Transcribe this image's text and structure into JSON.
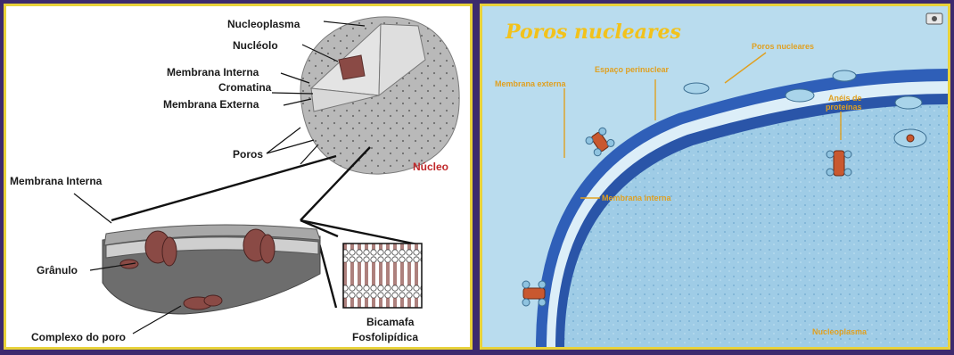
{
  "left": {
    "labels": {
      "nucleoplasma": "Nucleoplasma",
      "nucleolo": "Nucléolo",
      "membrana_interna_top": "Membrana Interna",
      "cromatina": "Cromatina",
      "membrana_externa": "Membrana Externa",
      "poros": "Poros",
      "nucleo": "Núcleo",
      "membrana_interna_left": "Membrana Interna",
      "granulo": "Grânulo",
      "complexo_do_poro": "Complexo do poro",
      "bicamada_line1": "Bicamafa",
      "bicamada_line2": "Fosfolipídica"
    },
    "colors": {
      "highlight": "#c0282a"
    }
  },
  "right": {
    "title": "Poros nucleares",
    "labels": {
      "poros_nucleares": "Poros nucleares",
      "espaco_perinuclear": "Espaço perinuclear",
      "membrana_externa": "Membrana externa",
      "aneis_de_proteinas_1": "Anéis de",
      "aneis_de_proteinas_2": "proteínas",
      "membrana_interna": "Membrana interna",
      "nucleoplasma": "Nucleoplasma"
    },
    "colors": {
      "title": "#f2c21b",
      "label": "#e0a020"
    }
  }
}
